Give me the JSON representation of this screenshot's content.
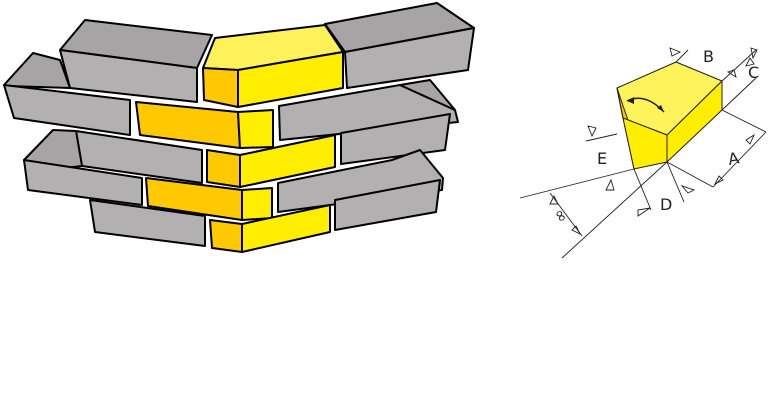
{
  "wall_illustration": {
    "description": "Corner brick wall with yellow angled corner bricks between grey bricks",
    "colors": {
      "grey_face": "#b3b0b1",
      "grey_top": "#a7a4a5",
      "yellow_face": "#ffee00",
      "yellow_top": "#fff15a",
      "yellow_side": "#ffc900",
      "outline": "#000000"
    }
  },
  "dimension_diagram": {
    "labels": {
      "A": "A",
      "B": "B",
      "C": "C",
      "D": "D",
      "E": "E",
      "angle": "∞"
    },
    "colors": {
      "brick_top": "#fff35c",
      "brick_face": "#ffee00",
      "brick_side": "#ffc900",
      "lines": "#231f20"
    }
  }
}
